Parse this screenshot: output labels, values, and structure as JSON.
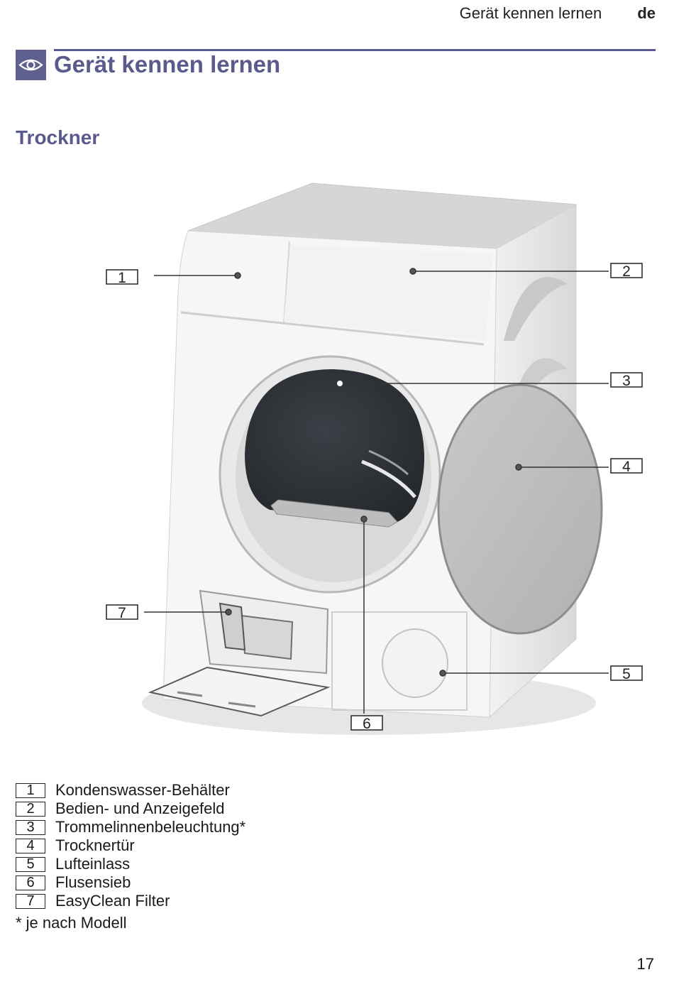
{
  "header": {
    "running_title": "Gerät kennen lernen",
    "language": "de"
  },
  "section": {
    "icon": "eye-icon",
    "title": "Gerät kennen lernen",
    "accent_color": "#5a5a8c"
  },
  "subtitle": "Trockner",
  "figure": {
    "callouts": [
      "1",
      "2",
      "3",
      "4",
      "5",
      "6",
      "7"
    ]
  },
  "legend": [
    {
      "num": "1",
      "label": "Kondenswasser-Behälter"
    },
    {
      "num": "2",
      "label": "Bedien- und Anzeigefeld"
    },
    {
      "num": "3",
      "label": "Trommelinnenbeleuchtung*"
    },
    {
      "num": "4",
      "label": "Trocknertür"
    },
    {
      "num": "5",
      "label": "Lufteinlass"
    },
    {
      "num": "6",
      "label": "Flusensieb"
    },
    {
      "num": "7",
      "label": "EasyClean Filter"
    }
  ],
  "footnote": "* je nach Modell",
  "page_number": "17"
}
